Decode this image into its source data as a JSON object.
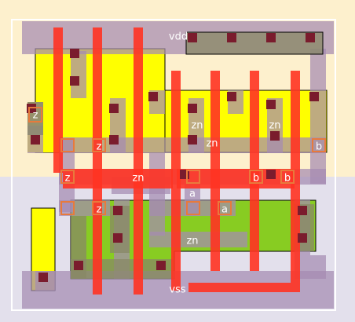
{
  "colors": {
    "nwell": "#fdf0cd",
    "pwell": "#e3e0ec",
    "pdiff": "#ffff00",
    "ndiff": "#88cc22",
    "poly": "#ff3322",
    "metal1": "#a58ab1",
    "metal2": "#888866",
    "contact": "#7a1c2d",
    "pin": "#e87a3c"
  },
  "labels": [
    {
      "id": "vdd",
      "text": "vdd"
    },
    {
      "id": "vss",
      "text": "vss"
    },
    {
      "id": "z-left",
      "text": "z"
    },
    {
      "id": "z-mid-upper",
      "text": "z"
    },
    {
      "id": "z-pin-upper",
      "text": "z"
    },
    {
      "id": "z-pin-lower",
      "text": "z"
    },
    {
      "id": "zn-top-a",
      "text": "zn"
    },
    {
      "id": "zn-top-b",
      "text": "zn"
    },
    {
      "id": "zn-mid",
      "text": "zn"
    },
    {
      "id": "zn-center",
      "text": "zn"
    },
    {
      "id": "zn-bottom",
      "text": "zn"
    },
    {
      "id": "a-upper",
      "text": "a"
    },
    {
      "id": "a-lower",
      "text": "a"
    },
    {
      "id": "b-right",
      "text": "b"
    },
    {
      "id": "b-mid-1",
      "text": "b"
    },
    {
      "id": "b-mid-2",
      "text": "b"
    }
  ]
}
